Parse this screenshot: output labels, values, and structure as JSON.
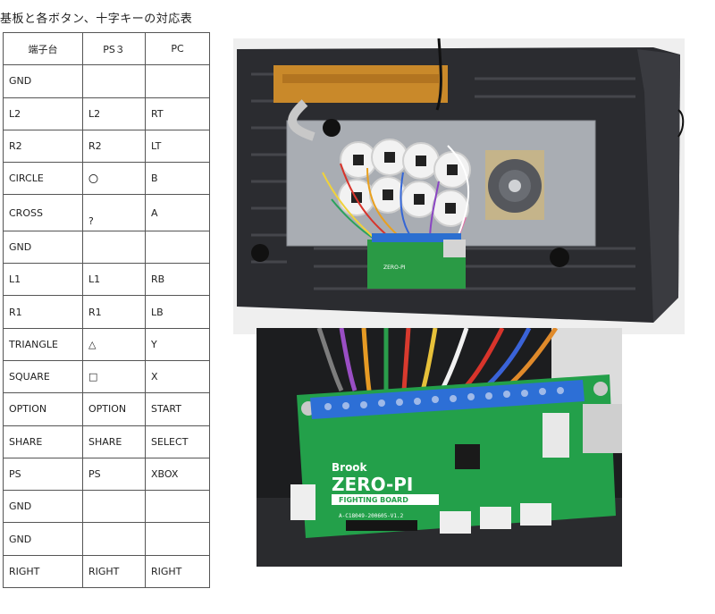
{
  "page": {
    "title": "基板と各ボタン、十字キーの対応表"
  },
  "table": {
    "headers": [
      "端子台",
      "PS３",
      "PC"
    ],
    "rows": [
      [
        "GND",
        "",
        ""
      ],
      [
        "L2",
        "L2",
        "RT"
      ],
      [
        "R2",
        "R2",
        "LT"
      ],
      [
        "CIRCLE",
        "〇",
        "B"
      ],
      [
        "CROSS",
        "?",
        "A"
      ],
      [
        "GND",
        "",
        ""
      ],
      [
        "L1",
        "L1",
        "RB"
      ],
      [
        "R1",
        "R1",
        "LB"
      ],
      [
        "TRIANGLE",
        "△",
        "Y"
      ],
      [
        "SQUARE",
        "□",
        "X"
      ],
      [
        "OPTION",
        "OPTION",
        "START"
      ],
      [
        "SHARE",
        "SHARE",
        "SELECT"
      ],
      [
        "PS",
        "PS",
        "XBOX"
      ],
      [
        "GND",
        "",
        ""
      ],
      [
        "GND",
        "",
        ""
      ],
      [
        "RIGHT",
        "RIGHT",
        "RIGHT"
      ]
    ]
  },
  "photos": {
    "case_photo": {
      "board_brand": "ZERO-PI"
    },
    "board_photo": {
      "brand": "Brook",
      "product": "ZERO-PI",
      "subtitle": "FIGHTING BOARD",
      "part_number": "A-C18049-200605-V1.2"
    }
  }
}
